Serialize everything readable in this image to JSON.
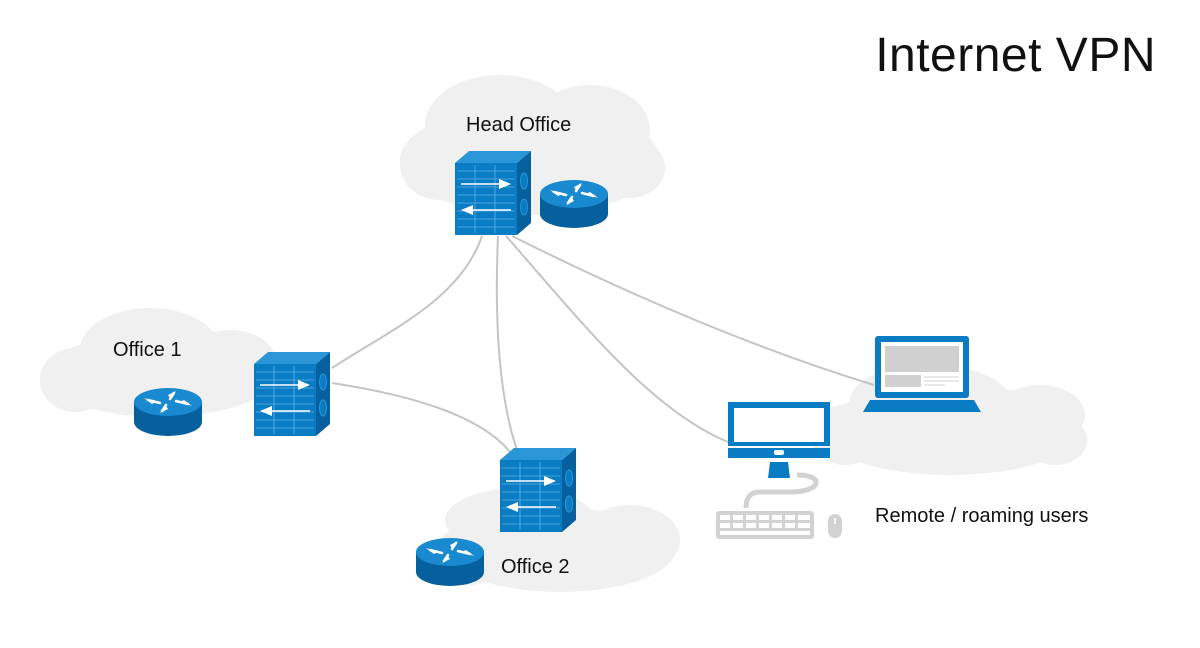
{
  "title": "Internet VPN",
  "colors": {
    "device_blue": "#0a7cc4",
    "device_dark": "#06609e",
    "device_light": "#2a96d8",
    "cloud": "#f0f0f0",
    "link": "#c4c4c4",
    "peripheral": "#d2d2d2",
    "text": "#111111"
  },
  "sites": [
    {
      "id": "head-office",
      "label": "Head Office",
      "devices": [
        "firewall",
        "router"
      ]
    },
    {
      "id": "office-1",
      "label": "Office 1",
      "devices": [
        "router",
        "firewall"
      ]
    },
    {
      "id": "office-2",
      "label": "Office 2",
      "devices": [
        "firewall",
        "router"
      ]
    },
    {
      "id": "remote-users",
      "label": "Remote / roaming users",
      "devices": [
        "desktop-computer",
        "laptop"
      ]
    }
  ],
  "links": [
    {
      "from": "head-office-firewall",
      "to": "office-1-firewall"
    },
    {
      "from": "head-office-firewall",
      "to": "office-2-firewall"
    },
    {
      "from": "head-office-firewall",
      "to": "desktop-computer"
    },
    {
      "from": "head-office-firewall",
      "to": "laptop"
    },
    {
      "from": "office-1-firewall",
      "to": "office-2-firewall"
    }
  ]
}
